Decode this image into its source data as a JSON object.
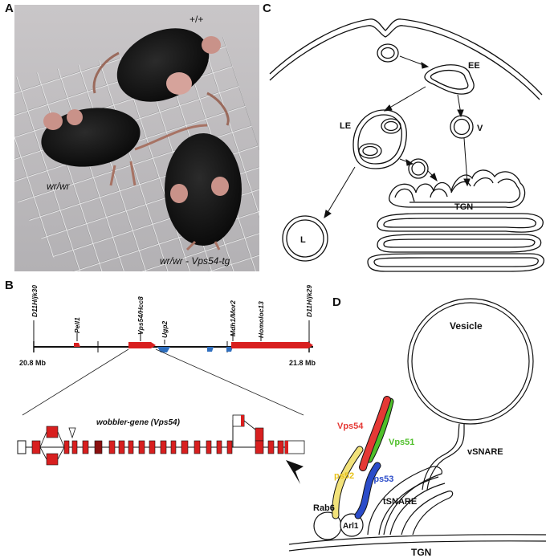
{
  "panels": {
    "A": {
      "letter": "A",
      "labels": {
        "wildtype": "+/+",
        "wobbler": "wr/wr",
        "rescued": "wr/wr - Vps54-tg"
      }
    },
    "B": {
      "letter": "B",
      "markers": [
        "D11H/jk30",
        "Pell1",
        "Vps54/Hcc8",
        "Ugp2",
        "Mdh1/Mor2",
        "Homoloc13",
        "D11H/jk29"
      ],
      "scale_start": "20.8 Mb",
      "scale_end": "21.8 Mb",
      "gene_title": "wobbler-gene (Vps54)"
    },
    "C": {
      "letter": "C",
      "compartments": {
        "ee": "EE",
        "le": "LE",
        "v": "V",
        "tgn": "TGN",
        "l": "L"
      }
    },
    "D": {
      "letter": "D",
      "labels": {
        "vesicle": "Vesicle",
        "vps54": "Vps54",
        "vps51": "Vps51",
        "vps52": "ps52",
        "vps53": "Vps53",
        "vsnare": "vSNARE",
        "tsnare": "tSNARE",
        "rab6": "Rab6",
        "arl1": "Arl1",
        "tgn": "TGN"
      }
    }
  },
  "colors": {
    "vps54": "#e53935",
    "vps51": "#4fbf2a",
    "vps52": "#f2e27a",
    "vps53": "#2b4cc9",
    "gene_red": "#d81f1f",
    "gene_blue": "#2f6fbf",
    "dark_red": "#8b1010"
  }
}
